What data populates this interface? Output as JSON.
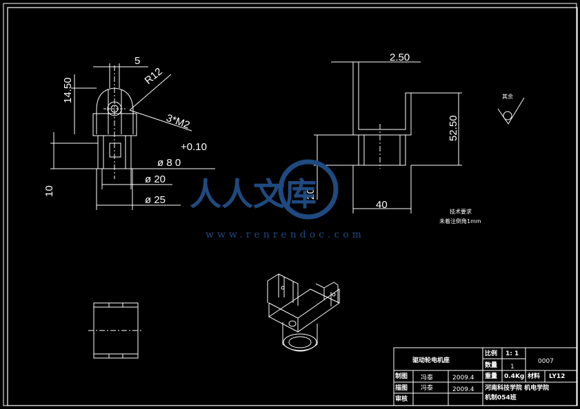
{
  "views": {
    "left_dims": {
      "top_width": "5",
      "radius": "R12",
      "height_1450": "14.50",
      "thread": "3*M2",
      "tolerance": "+0.10",
      "dia_8": "ø 8   0",
      "dia_20": "ø 20",
      "dia_25": "ø 25",
      "height_10": "10"
    },
    "right_dims": {
      "thickness": "2.50",
      "height_5250": "52.50",
      "height_20": "20",
      "width_40": "40"
    },
    "notes": {
      "roughness_label": "其余",
      "tech_title": "技术要求",
      "tech_text": "未着注倒角1mm"
    }
  },
  "watermark": {
    "text": "人人文库",
    "url": "www.renrendoc.com"
  },
  "title_block": {
    "part_name": "驱动轮电机座",
    "scale_label": "比例",
    "scale_value": "1: 1",
    "quantity_label": "数量",
    "quantity_value": "1",
    "drawing_no": "0007",
    "weight_label": "重量",
    "weight_value": "0.4Kg",
    "material_label": "材料",
    "material_value": "LY12",
    "drawn_label": "制图",
    "drawn_name": "冯泰",
    "drawn_date": "2009.4",
    "design_label": "描图",
    "design_name": "冯泰",
    "design_date": "2009.4",
    "check_label": "审核",
    "school": "河南科技学院  机电学院",
    "class_name": "机制054班"
  }
}
